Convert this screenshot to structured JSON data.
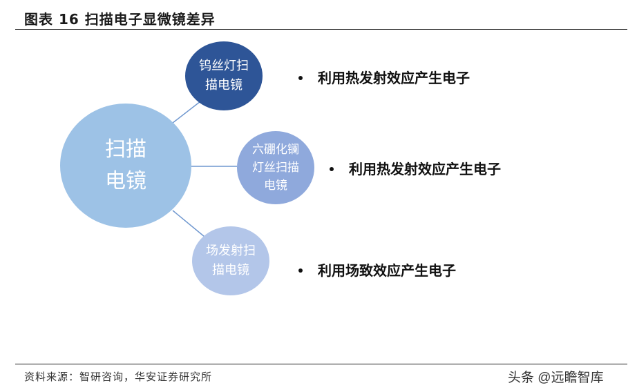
{
  "title": "图表 16  扫描电子显微镜差异",
  "diagram": {
    "center": {
      "line1": "扫描",
      "line2": "电镜",
      "color": "#9dc2e6"
    },
    "nodes": [
      {
        "line1": "钨丝灯扫",
        "line2": "描电镜",
        "line3": "",
        "color": "#2e5597",
        "bullet": "利用热发射效应产生电子"
      },
      {
        "line1": "六硼化镧",
        "line2": "灯丝扫描",
        "line3": "电镜",
        "color": "#8fa9dc",
        "bullet": "利用热发射效应产生电子"
      },
      {
        "line1": "场发射扫",
        "line2": "描电镜",
        "line3": "",
        "color": "#b3c6e9",
        "bullet": "利用场致效应产生电子"
      }
    ],
    "connector_color": "#6f97cf"
  },
  "source": "资料来源：智研咨询，华安证券研究所",
  "watermark": "头条 @远瞻智库"
}
